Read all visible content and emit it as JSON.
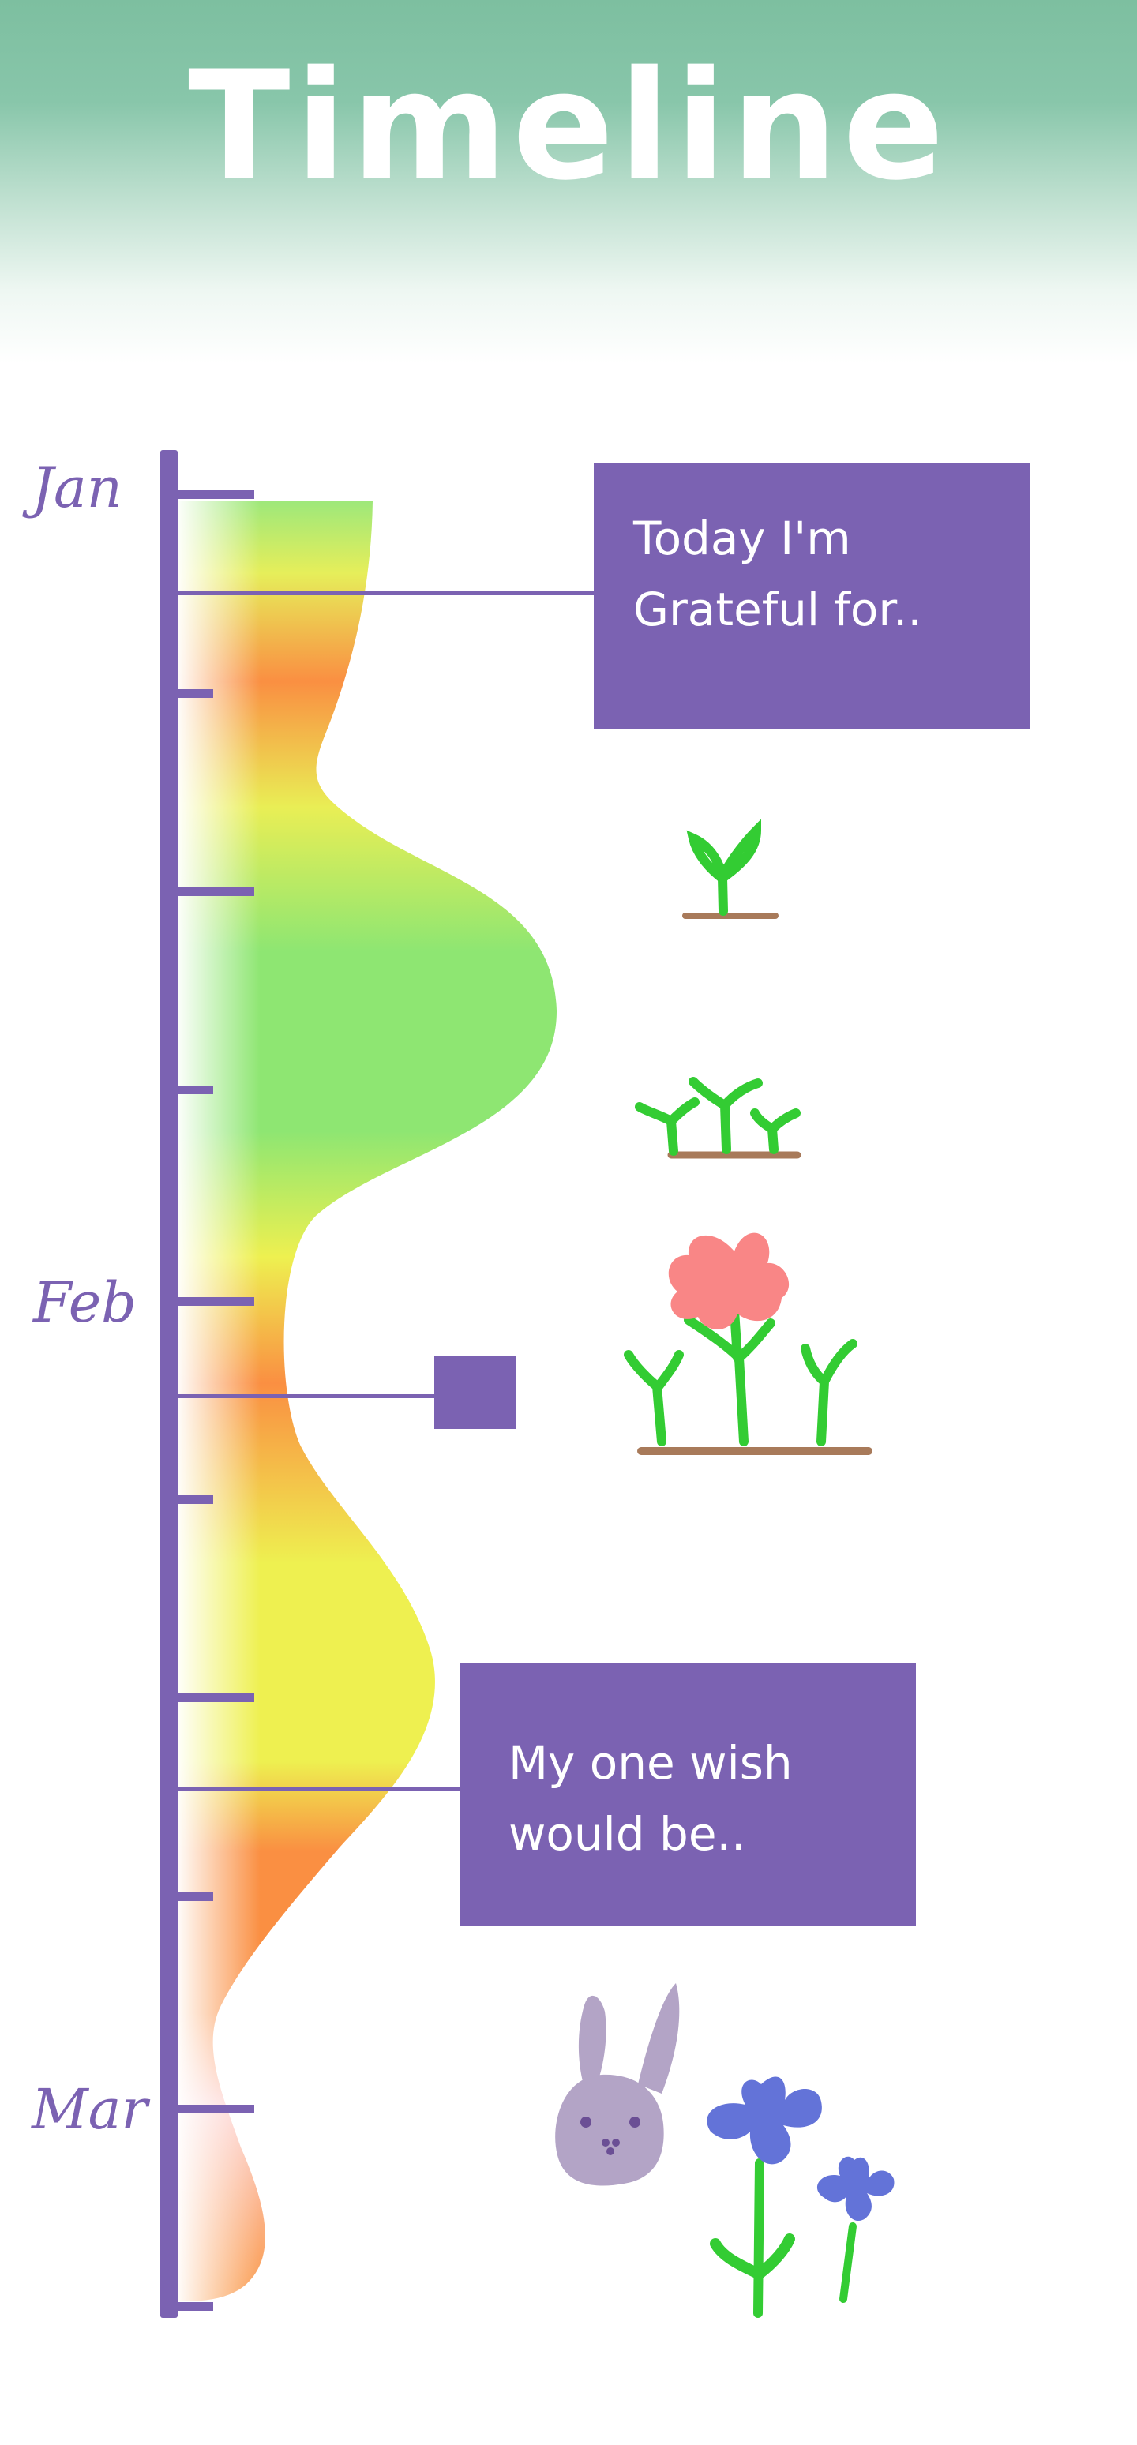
{
  "header": {
    "title": "Timeline"
  },
  "timeline": {
    "months": [
      {
        "label": "Jan"
      },
      {
        "label": "Feb"
      },
      {
        "label": "Mar"
      }
    ],
    "entries": [
      {
        "text": "Today I'm\nGrateful for.."
      },
      {
        "text": ""
      },
      {
        "text": "My one wish\nwould be.."
      }
    ]
  },
  "colors": {
    "accent": "#7b62b2",
    "header_top": "#7dbfa0",
    "mood_green": "#8ee672",
    "mood_yellow": "#eef050",
    "mood_orange": "#fa8f42",
    "mood_pink": "#fdd0d0",
    "plant_green": "#33cc33",
    "soil_brown": "#a87a5a",
    "flower_pink": "#f98686",
    "flower_blue": "#6373d8",
    "bunny_lavender": "#b3a4c6"
  },
  "illustrations": [
    {
      "icon": "sprout-icon"
    },
    {
      "icon": "seedlings-icon"
    },
    {
      "icon": "flower-garden-icon"
    },
    {
      "icon": "bunny-icon"
    },
    {
      "icon": "blue-flowers-icon"
    }
  ]
}
